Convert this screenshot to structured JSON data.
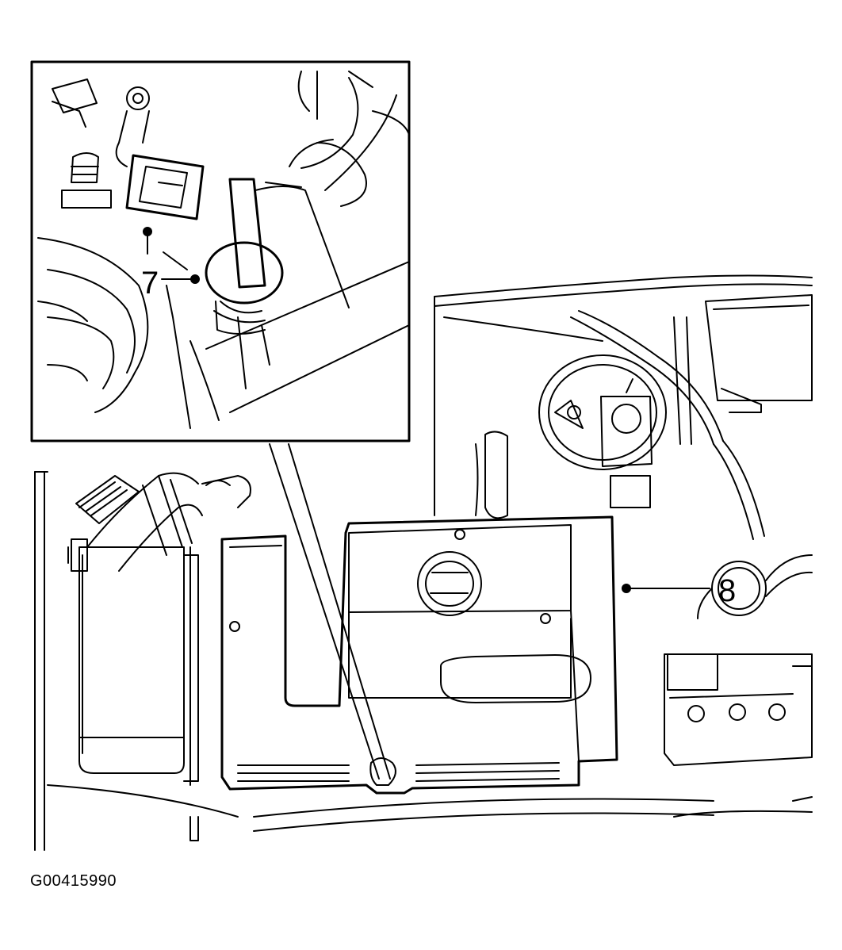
{
  "callouts": {
    "c7": "7",
    "c8": "8"
  },
  "figure_id": "G00415990",
  "colors": {
    "ink": "#000000",
    "paper": "#ffffff"
  }
}
